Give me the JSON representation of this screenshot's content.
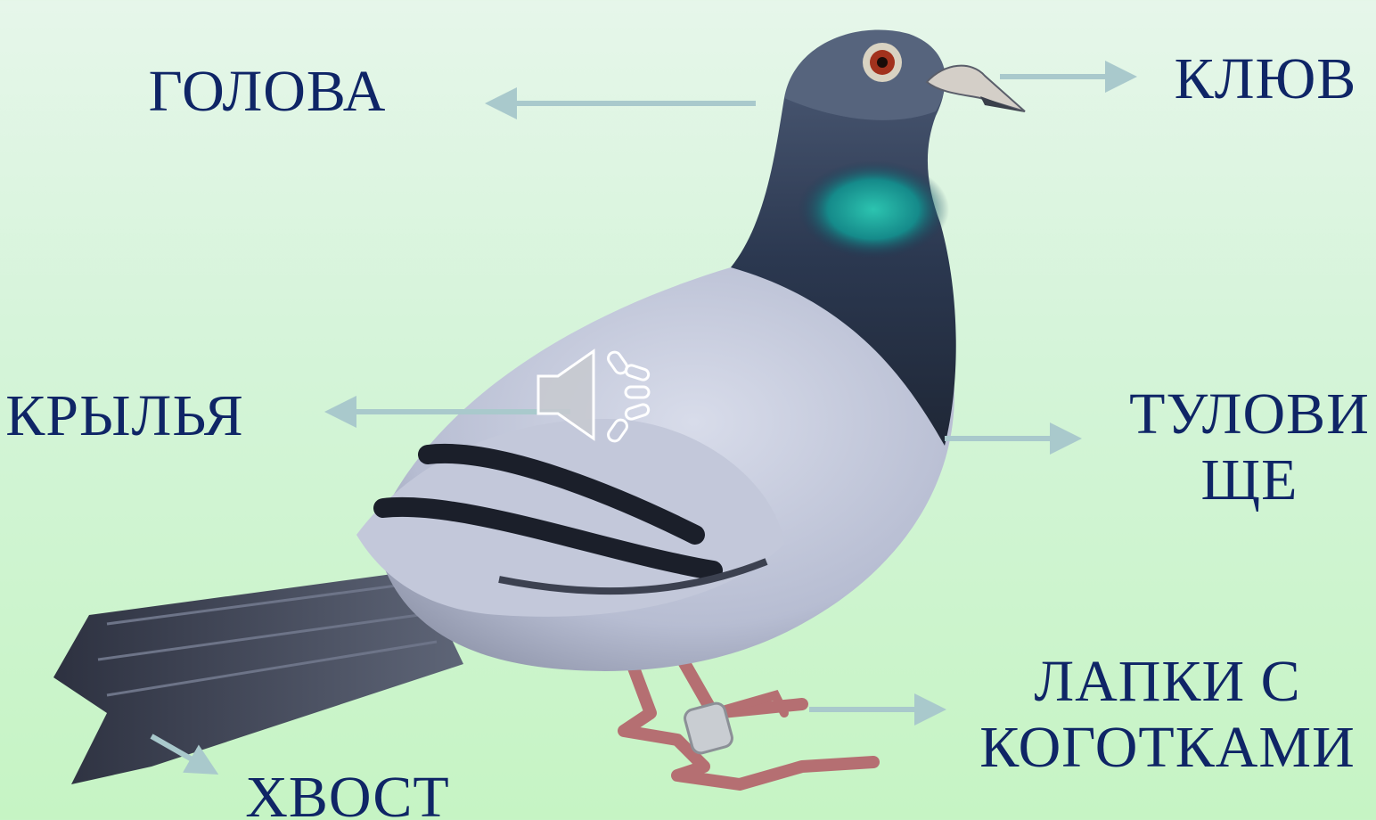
{
  "labels": {
    "head": "ГОЛОВА",
    "beak": "КЛЮВ",
    "wings": "КРЫЛЬЯ",
    "body_line1": "ТУЛОВИ",
    "body_line2": "ЩЕ",
    "legs_line1": "ЛАПКИ С",
    "legs_line2": "КОГОТКАМИ",
    "tail": "ХВОСТ"
  },
  "colors": {
    "background_top": "#e6f6ea",
    "background_bottom": "#c6f4c4",
    "label_text": "#0f2566",
    "arrow": "#a9c9cc"
  },
  "icons": {
    "audio": "speaker-icon"
  }
}
